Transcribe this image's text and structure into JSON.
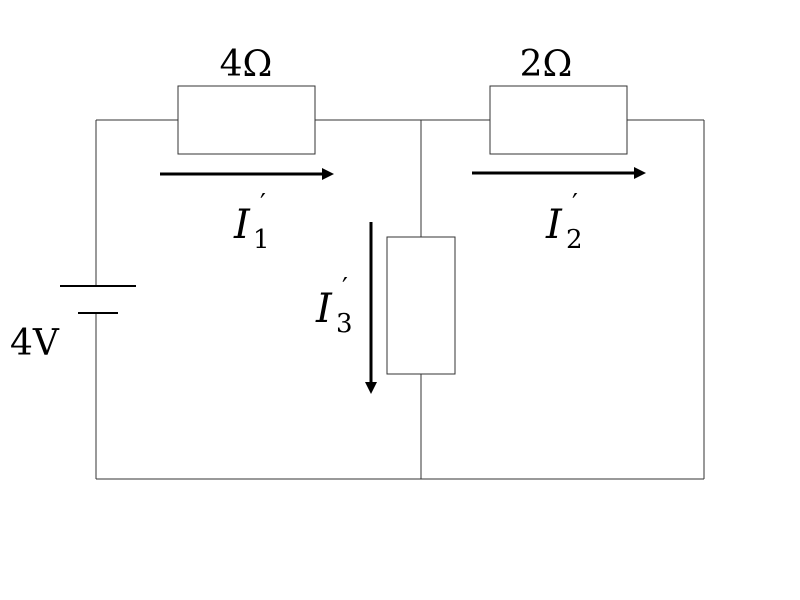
{
  "labels": {
    "r1": "4Ω",
    "r2": "2Ω",
    "source": "4V"
  },
  "currents": {
    "i1": {
      "symbol": "I",
      "subscript": "1",
      "prime": "′"
    },
    "i2": {
      "symbol": "I",
      "subscript": "2",
      "prime": "′"
    },
    "i3": {
      "symbol": "I",
      "subscript": "3",
      "prime": "′"
    }
  }
}
